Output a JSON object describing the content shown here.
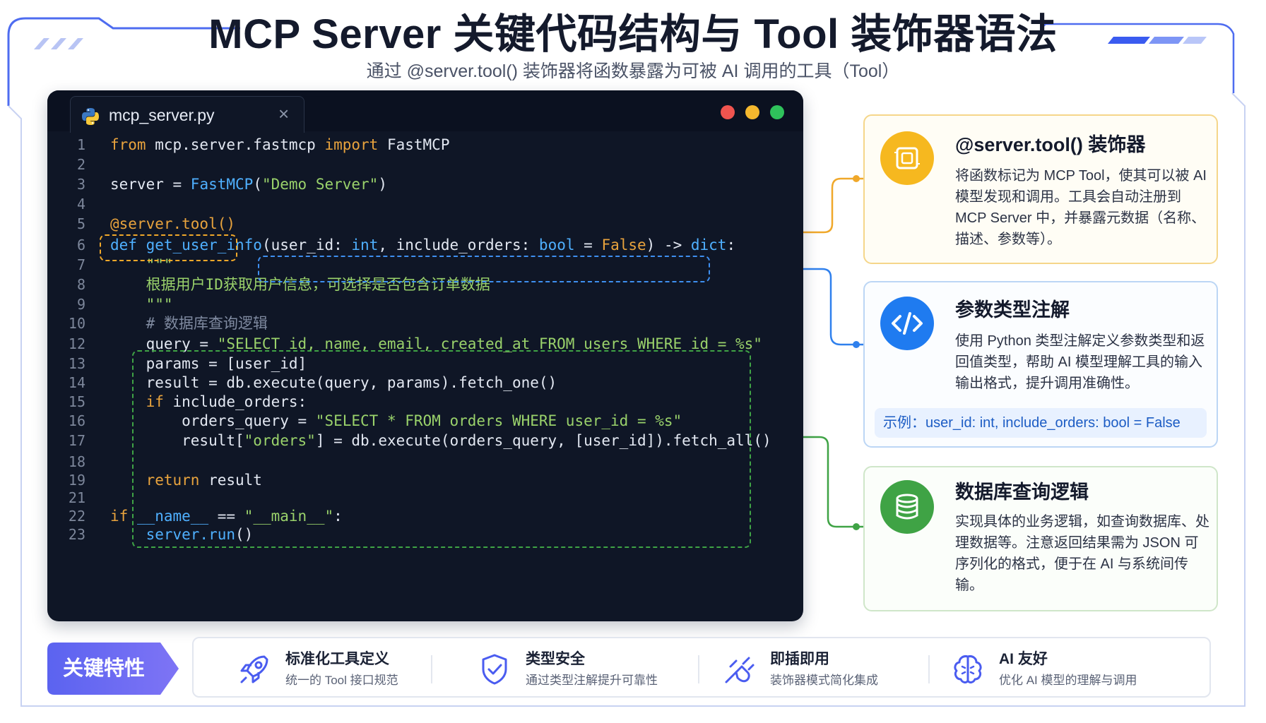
{
  "header": {
    "title": "MCP Server 关键代码结构与 Tool 装饰器语法",
    "subtitle": "通过 @server.tool() 装饰器将函数暴露为可被 AI 调用的工具（Tool）"
  },
  "editor": {
    "tab_name": "mcp_server.py",
    "close_glyph": "×",
    "lines": [
      {
        "n": "1",
        "segs": [
          [
            "kw",
            "from"
          ],
          [
            "t",
            " mcp.server.fastmcp "
          ],
          [
            "kw",
            "import"
          ],
          [
            "t",
            " FastMCP"
          ]
        ]
      },
      {
        "n": "2",
        "segs": []
      },
      {
        "n": "3",
        "segs": [
          [
            "t",
            "server = "
          ],
          [
            "fn",
            "FastMCP"
          ],
          [
            "t",
            "("
          ],
          [
            "st",
            "\"Demo Server\""
          ],
          [
            "t",
            ")"
          ]
        ]
      },
      {
        "n": "4",
        "segs": []
      },
      {
        "n": "5",
        "segs": [
          [
            "kw",
            "@server.tool()"
          ]
        ]
      },
      {
        "n": "6",
        "segs": [
          [
            "fn",
            "def"
          ],
          [
            "t",
            " "
          ],
          [
            "fn",
            "get_user_info"
          ],
          [
            "t",
            "(user_id: "
          ],
          [
            "bi",
            "int"
          ],
          [
            "t",
            ", include_orders: "
          ],
          [
            "bi",
            "bool"
          ],
          [
            "t",
            " = "
          ],
          [
            "fl",
            "False"
          ],
          [
            "t",
            ") -> "
          ],
          [
            "bi",
            "dict"
          ],
          [
            "t",
            ":"
          ]
        ]
      },
      {
        "n": "7",
        "segs": [
          [
            "st",
            "    \"\"\""
          ]
        ]
      },
      {
        "n": "8",
        "segs": [
          [
            "st",
            "    根据用户ID获取用户信息，可选择是否包含订单数据"
          ]
        ]
      },
      {
        "n": "9",
        "segs": [
          [
            "st",
            "    \"\"\""
          ]
        ]
      },
      {
        "n": "10",
        "segs": [
          [
            "cm",
            "    # 数据库查询逻辑"
          ]
        ]
      },
      {
        "n": "12",
        "segs": [
          [
            "t",
            "    query = "
          ],
          [
            "st",
            "\"SELECT id, name, email, created_at FROM users WHERE id = %s\""
          ]
        ]
      },
      {
        "n": "13",
        "segs": [
          [
            "t",
            "    params = [user_id]"
          ]
        ]
      },
      {
        "n": "14",
        "segs": [
          [
            "t",
            "    result = db.execute(query, params).fetch_one()"
          ]
        ]
      },
      {
        "n": "15",
        "segs": [
          [
            "kw",
            "    if"
          ],
          [
            "t",
            " include_orders:"
          ]
        ]
      },
      {
        "n": "16",
        "segs": [
          [
            "t",
            "        orders_query = "
          ],
          [
            "st",
            "\"SELECT * FROM orders WHERE user_id = %s\""
          ]
        ]
      },
      {
        "n": "17",
        "segs": [
          [
            "t",
            "        result["
          ],
          [
            "st",
            "\"orders\""
          ],
          [
            "t",
            "] = db.execute(orders_query, [user_id]).fetch_all()"
          ]
        ]
      },
      {
        "n": "18",
        "segs": []
      },
      {
        "n": "19",
        "segs": [
          [
            "kw",
            "    return"
          ],
          [
            "t",
            " result"
          ]
        ]
      },
      {
        "n": "21",
        "segs": []
      },
      {
        "n": "22",
        "segs": [
          [
            "kw",
            "if"
          ],
          [
            "t",
            " "
          ],
          [
            "fn",
            "__name__"
          ],
          [
            "t",
            " == "
          ],
          [
            "st",
            "\"__main__\""
          ],
          [
            "t",
            ":"
          ]
        ]
      },
      {
        "n": "23",
        "segs": [
          [
            "fn",
            "    server.run"
          ],
          [
            "t",
            "()"
          ]
        ]
      }
    ]
  },
  "cards": {
    "decorator": {
      "title": "@server.tool() 装饰器",
      "text": "将函数标记为 MCP Tool，使其可以被 AI 模型发现和调用。工具会自动注册到 MCP Server 中，并暴露元数据（名称、描述、参数等）。",
      "color": "#f5b51c"
    },
    "type_hints": {
      "title": "参数类型注解",
      "text": "使用 Python 类型注解定义参数类型和返回值类型，帮助 AI 模型理解工具的输入输出格式，提升调用准确性。",
      "example": "示例：user_id: int, include_orders: bool = False",
      "color": "#1f7bf0"
    },
    "db_logic": {
      "title": "数据库查询逻辑",
      "text": "实现具体的业务逻辑，如查询数据库、处理数据等。注意返回结果需为 JSON 可序列化的格式，便于在 AI 与系统间传输。",
      "color": "#3fa345"
    }
  },
  "features": {
    "label": "关键特性",
    "items": [
      {
        "title": "标准化工具定义",
        "desc": "统一的 Tool 接口规范"
      },
      {
        "title": "类型安全",
        "desc": "通过类型注解提升可靠性"
      },
      {
        "title": "即插即用",
        "desc": "装饰器模式简化集成"
      },
      {
        "title": "AI 友好",
        "desc": "优化 AI 模型的理解与调用"
      }
    ]
  }
}
